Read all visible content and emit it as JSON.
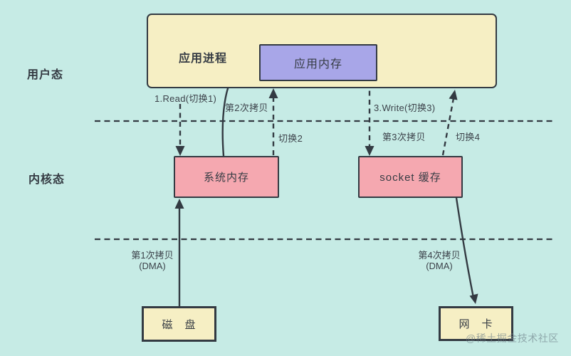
{
  "diagram": {
    "description": "Traditional read/write data copy flow diagram (4 copies, 4 context switches)",
    "modes": {
      "user": "用户态",
      "kernel": "内核态"
    },
    "nodes": {
      "app_process": "应用进程",
      "app_memory": "应用内存",
      "system_memory": "系统内存",
      "socket_buffer": "socket 缓存",
      "disk": "磁　盘",
      "nic": "网　卡"
    },
    "edges": {
      "read": "1.Read(切换1)",
      "copy2": "第2次拷贝",
      "switch2": "切换2",
      "write": "3.Write(切换3)",
      "copy3": "第3次拷贝",
      "switch4": "切换4",
      "copy1_line1": "第1次拷贝",
      "copy1_line2": "(DMA)",
      "copy4_line1": "第4次拷贝",
      "copy4_line2": "(DMA)"
    },
    "watermark": "@稀土掘金技术社区",
    "colors": {
      "background": "#c6ebe5",
      "process_fill": "#f6efc4",
      "memory_fill": "#a8a6e8",
      "kernel_buffer_fill": "#f5a8b0",
      "stroke": "#333a42",
      "text": "#363c44",
      "watermark": "#6c7e86"
    }
  }
}
